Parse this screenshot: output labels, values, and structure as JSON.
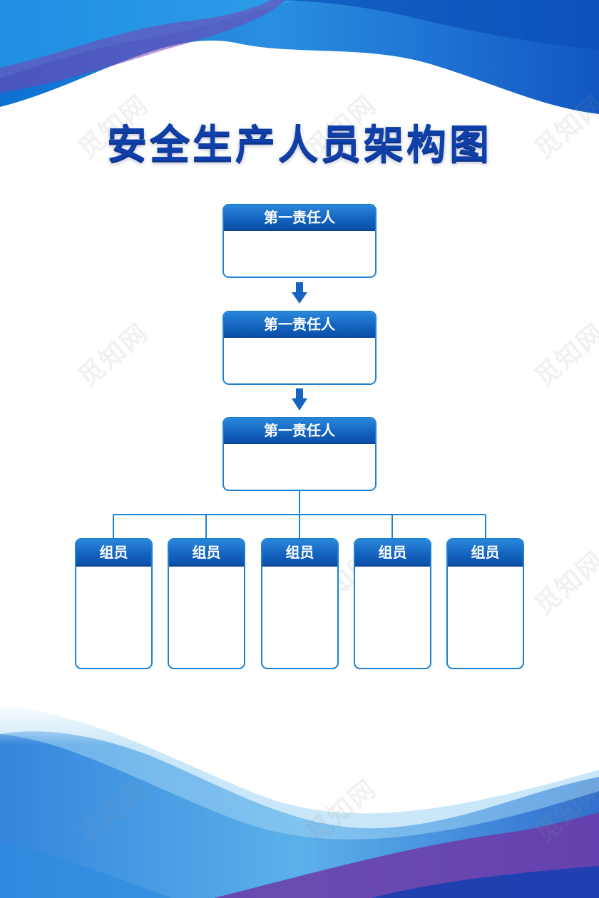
{
  "title": "安全生产人员架构图",
  "levels": [
    {
      "label": "第一责任人"
    },
    {
      "label": "第一责任人"
    },
    {
      "label": "第一责任人"
    }
  ],
  "members": [
    {
      "label": "组员"
    },
    {
      "label": "组员"
    },
    {
      "label": "组员"
    },
    {
      "label": "组员"
    },
    {
      "label": "组员"
    }
  ],
  "watermark": "觅知网",
  "colors": {
    "primary": "#1565c0",
    "border": "#1c82d4",
    "title": "#0f3fa8",
    "accent_purple": "#7a3fa8"
  }
}
